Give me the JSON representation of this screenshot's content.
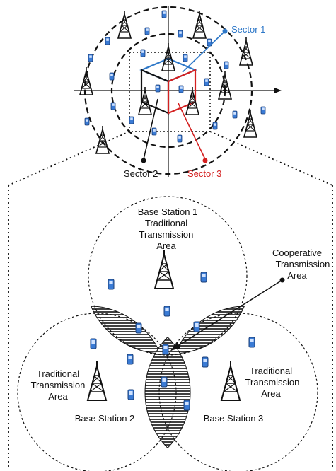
{
  "top_view": {
    "sector_1": "Sector 1",
    "sector_2": "Sector 2",
    "sector_3": "Sector 3"
  },
  "detail_view": {
    "base_station_1": "Base Station 1",
    "base_station_2": "Base Station 2",
    "base_station_3": "Base Station 3",
    "traditional_area_line1": "Traditional",
    "traditional_area_line2": "Transmission",
    "traditional_area_line3": "Area",
    "cooperative_area_line1": "Cooperative",
    "cooperative_area_line2": "Transmission",
    "cooperative_area_line3": "Area"
  },
  "colors": {
    "sector_1": "#2e78c8",
    "sector_2": "#111111",
    "sector_3": "#d42020",
    "device": "#3a7bd5",
    "line": "#111111"
  },
  "icons": {
    "tower": "tower-icon",
    "device": "phone-icon"
  }
}
